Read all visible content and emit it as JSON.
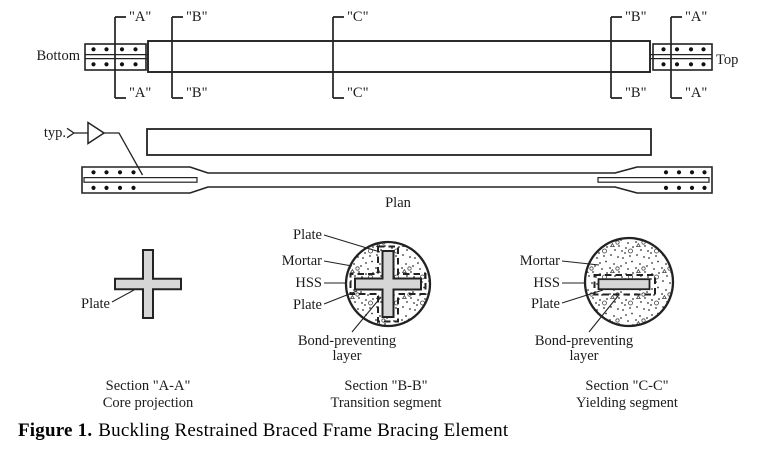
{
  "elevation": {
    "left_end_label": "Bottom",
    "right_end_label": "Top",
    "section_cuts": {
      "top": [
        "\"A\"",
        "\"B\"",
        "\"C\"",
        "\"B\"",
        "\"A\""
      ],
      "bottom": [
        "\"A\"",
        "\"B\"",
        "\"C\"",
        "\"B\"",
        "\"A\""
      ]
    }
  },
  "plan": {
    "weld_note": "typ.",
    "view_label": "Plan"
  },
  "sections": {
    "a": {
      "plate": "Plate",
      "caption_line1": "Section \"A-A\"",
      "caption_line2": "Core projection"
    },
    "b": {
      "plate_top": "Plate",
      "mortar": "Mortar",
      "hss": "HSS",
      "plate_bottom": "Plate",
      "bond_line1": "Bond-preventing",
      "bond_line2": "layer",
      "caption_line1": "Section \"B-B\"",
      "caption_line2": "Transition segment"
    },
    "c": {
      "mortar": "Mortar",
      "hss": "HSS",
      "plate": "Plate",
      "bond_line1": "Bond-preventing",
      "bond_line2": "layer",
      "caption_line1": "Section \"C-C\"",
      "caption_line2": "Yielding segment"
    }
  },
  "figure_caption": {
    "label": "Figure 1.",
    "text": "Buckling Restrained Braced Frame Bracing Element"
  },
  "colors": {
    "line": "#222222",
    "plate_fill": "#d6d6d6",
    "background": "#ffffff"
  }
}
